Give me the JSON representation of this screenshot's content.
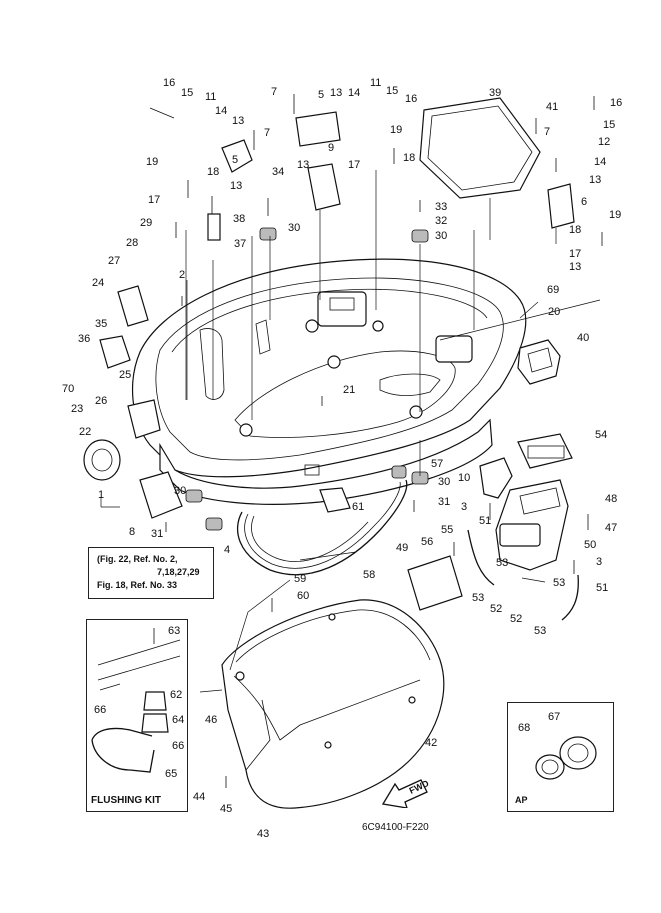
{
  "diagram": {
    "drawing_code": "6C94100-F220",
    "reference_note": {
      "line1": "(Fig. 22, Ref. No. 2,",
      "line2": "7,18,27,29",
      "line3": "Fig. 18, Ref. No. 33"
    },
    "flushing_kit_title": "FLUSHING KIT",
    "ap_title": "AP",
    "fwd_label": "FWD",
    "callouts": [
      {
        "id": "c16a",
        "text": "16"
      },
      {
        "id": "c15a",
        "text": "15"
      },
      {
        "id": "c11a",
        "text": "11"
      },
      {
        "id": "c14a",
        "text": "14"
      },
      {
        "id": "c13a",
        "text": "13"
      },
      {
        "id": "c7a",
        "text": "7"
      },
      {
        "id": "c19a",
        "text": "19"
      },
      {
        "id": "c18a",
        "text": "18"
      },
      {
        "id": "c5a",
        "text": "5"
      },
      {
        "id": "c13b",
        "text": "13"
      },
      {
        "id": "c17a",
        "text": "17"
      },
      {
        "id": "c38",
        "text": "38"
      },
      {
        "id": "c34",
        "text": "34"
      },
      {
        "id": "c29",
        "text": "29"
      },
      {
        "id": "c37",
        "text": "37"
      },
      {
        "id": "c30a",
        "text": "30"
      },
      {
        "id": "c28",
        "text": "28"
      },
      {
        "id": "c27",
        "text": "27"
      },
      {
        "id": "c2",
        "text": "2"
      },
      {
        "id": "c24",
        "text": "24"
      },
      {
        "id": "c35",
        "text": "35"
      },
      {
        "id": "c36",
        "text": "36"
      },
      {
        "id": "c25",
        "text": "25"
      },
      {
        "id": "c70",
        "text": "70"
      },
      {
        "id": "c26",
        "text": "26"
      },
      {
        "id": "c23",
        "text": "23"
      },
      {
        "id": "c22",
        "text": "22"
      },
      {
        "id": "c1",
        "text": "1"
      },
      {
        "id": "c8",
        "text": "8"
      },
      {
        "id": "c30b",
        "text": "30"
      },
      {
        "id": "c31a",
        "text": "31"
      },
      {
        "id": "c4",
        "text": "4"
      },
      {
        "id": "c7b",
        "text": "7"
      },
      {
        "id": "c5b",
        "text": "5"
      },
      {
        "id": "c13c",
        "text": "13"
      },
      {
        "id": "c14b",
        "text": "14"
      },
      {
        "id": "c11b",
        "text": "11"
      },
      {
        "id": "c15b",
        "text": "15"
      },
      {
        "id": "c16b",
        "text": "16"
      },
      {
        "id": "c9",
        "text": "9"
      },
      {
        "id": "c13d",
        "text": "13"
      },
      {
        "id": "c19b",
        "text": "19"
      },
      {
        "id": "c17b",
        "text": "17"
      },
      {
        "id": "c18b",
        "text": "18"
      },
      {
        "id": "c39",
        "text": "39"
      },
      {
        "id": "c41",
        "text": "41"
      },
      {
        "id": "c16c",
        "text": "16"
      },
      {
        "id": "c15c",
        "text": "15"
      },
      {
        "id": "c7c",
        "text": "7"
      },
      {
        "id": "c12",
        "text": "12"
      },
      {
        "id": "c14c",
        "text": "14"
      },
      {
        "id": "c13e",
        "text": "13"
      },
      {
        "id": "c6",
        "text": "6"
      },
      {
        "id": "c19c",
        "text": "19"
      },
      {
        "id": "c18c",
        "text": "18"
      },
      {
        "id": "c17c",
        "text": "17"
      },
      {
        "id": "c13f",
        "text": "13"
      },
      {
        "id": "c33",
        "text": "33"
      },
      {
        "id": "c32",
        "text": "32"
      },
      {
        "id": "c30c",
        "text": "30"
      },
      {
        "id": "c69",
        "text": "69"
      },
      {
        "id": "c20",
        "text": "20"
      },
      {
        "id": "c40",
        "text": "40"
      },
      {
        "id": "c21",
        "text": "21"
      },
      {
        "id": "c54",
        "text": "54"
      },
      {
        "id": "c57",
        "text": "57"
      },
      {
        "id": "c10",
        "text": "10"
      },
      {
        "id": "c30d",
        "text": "30"
      },
      {
        "id": "c31b",
        "text": "31"
      },
      {
        "id": "c3a",
        "text": "3"
      },
      {
        "id": "c61",
        "text": "61"
      },
      {
        "id": "c48",
        "text": "48"
      },
      {
        "id": "c47",
        "text": "47"
      },
      {
        "id": "c51a",
        "text": "51"
      },
      {
        "id": "c55",
        "text": "55"
      },
      {
        "id": "c56",
        "text": "56"
      },
      {
        "id": "c49",
        "text": "49"
      },
      {
        "id": "c50",
        "text": "50"
      },
      {
        "id": "c3b",
        "text": "3"
      },
      {
        "id": "c53a",
        "text": "53"
      },
      {
        "id": "c53b",
        "text": "53"
      },
      {
        "id": "c51b",
        "text": "51"
      },
      {
        "id": "c53c",
        "text": "53"
      },
      {
        "id": "c52a",
        "text": "52"
      },
      {
        "id": "c52b",
        "text": "52"
      },
      {
        "id": "c53d",
        "text": "53"
      },
      {
        "id": "c58",
        "text": "58"
      },
      {
        "id": "c59",
        "text": "59"
      },
      {
        "id": "c60",
        "text": "60"
      },
      {
        "id": "c63",
        "text": "63"
      },
      {
        "id": "c62",
        "text": "62"
      },
      {
        "id": "c64",
        "text": "64"
      },
      {
        "id": "c66a",
        "text": "66"
      },
      {
        "id": "c66b",
        "text": "66"
      },
      {
        "id": "c65",
        "text": "65"
      },
      {
        "id": "c46",
        "text": "46"
      },
      {
        "id": "c42",
        "text": "42"
      },
      {
        "id": "c44",
        "text": "44"
      },
      {
        "id": "c45",
        "text": "45"
      },
      {
        "id": "c43",
        "text": "43"
      },
      {
        "id": "c67",
        "text": "67"
      },
      {
        "id": "c68",
        "text": "68"
      }
    ]
  }
}
